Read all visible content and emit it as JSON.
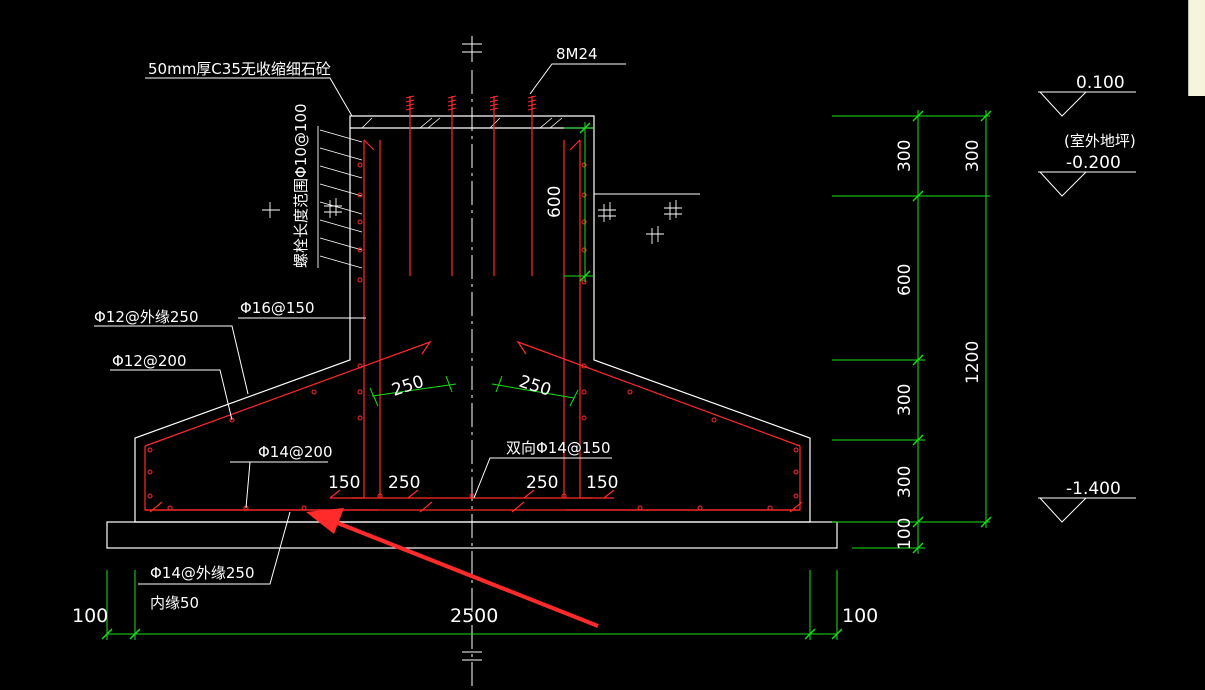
{
  "colors": {
    "background": "#000000",
    "outline": "#ffffff",
    "rebar": "#ff2a2a",
    "dimension": "#18e018",
    "arrow": "#ff2a2a"
  },
  "labels": {
    "top_fill": "50mm厚C35无收缩细石砼",
    "bolts": "8M24",
    "anchor_len": "螺栓长度范围Φ10@100",
    "col_bar": "Φ16@150",
    "slope_outer": "Φ12@外缘250",
    "slope_inner": "Φ12@200",
    "bottom_bar": "Φ14@200",
    "bottom_double": "双向Φ14@150",
    "bottom_edge_1": "Φ14@外缘250",
    "bottom_edge_2": "内缘50",
    "outdoor": "(室外地坪)"
  },
  "dims": {
    "d250_left": "250",
    "d250_right": "250",
    "d600_col": "600",
    "d150_a": "150",
    "d250_a": "250",
    "d250_b": "250",
    "d150_b": "150",
    "d100_left": "100",
    "d2500": "2500",
    "d100_right": "100",
    "v300_a": "300",
    "v300_b": "300",
    "v600": "600",
    "v300_c": "300",
    "v300_d": "300",
    "v100": "100",
    "v1200": "1200"
  },
  "elevations": {
    "e1": "0.100",
    "e2": "-0.200",
    "e3": "-1.400"
  }
}
